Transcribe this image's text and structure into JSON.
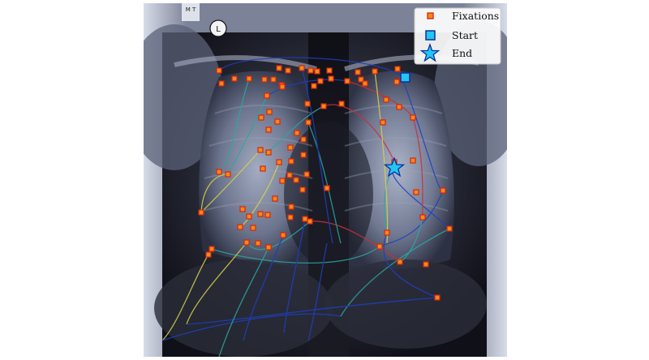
{
  "image": {
    "subject": "chest radiograph with gaze scanpath overlay",
    "marker_text": "M T",
    "circle_marker_text": "L"
  },
  "legend": {
    "position": "top-right",
    "items": [
      {
        "label": "Fixations",
        "marker": "square",
        "color": "#f08a1a",
        "edge": "#d8230f"
      },
      {
        "label": "Start",
        "marker": "square",
        "color": "#22c6f0",
        "edge": "#0d2f9e"
      },
      {
        "label": "End",
        "marker": "star",
        "color": "#22c6f0",
        "edge": "#0d2f9e"
      }
    ]
  },
  "colors": {
    "fixation_fill": "#f08a1a",
    "fixation_edge": "#d8230f",
    "start_fill": "#22c6f0",
    "start_edge": "#0d2f9e",
    "path_dark": "#1f3fbf",
    "path_mid": "#2aa7a0",
    "path_light": "#d8d04a",
    "path_red": "#c8303a"
  }
}
